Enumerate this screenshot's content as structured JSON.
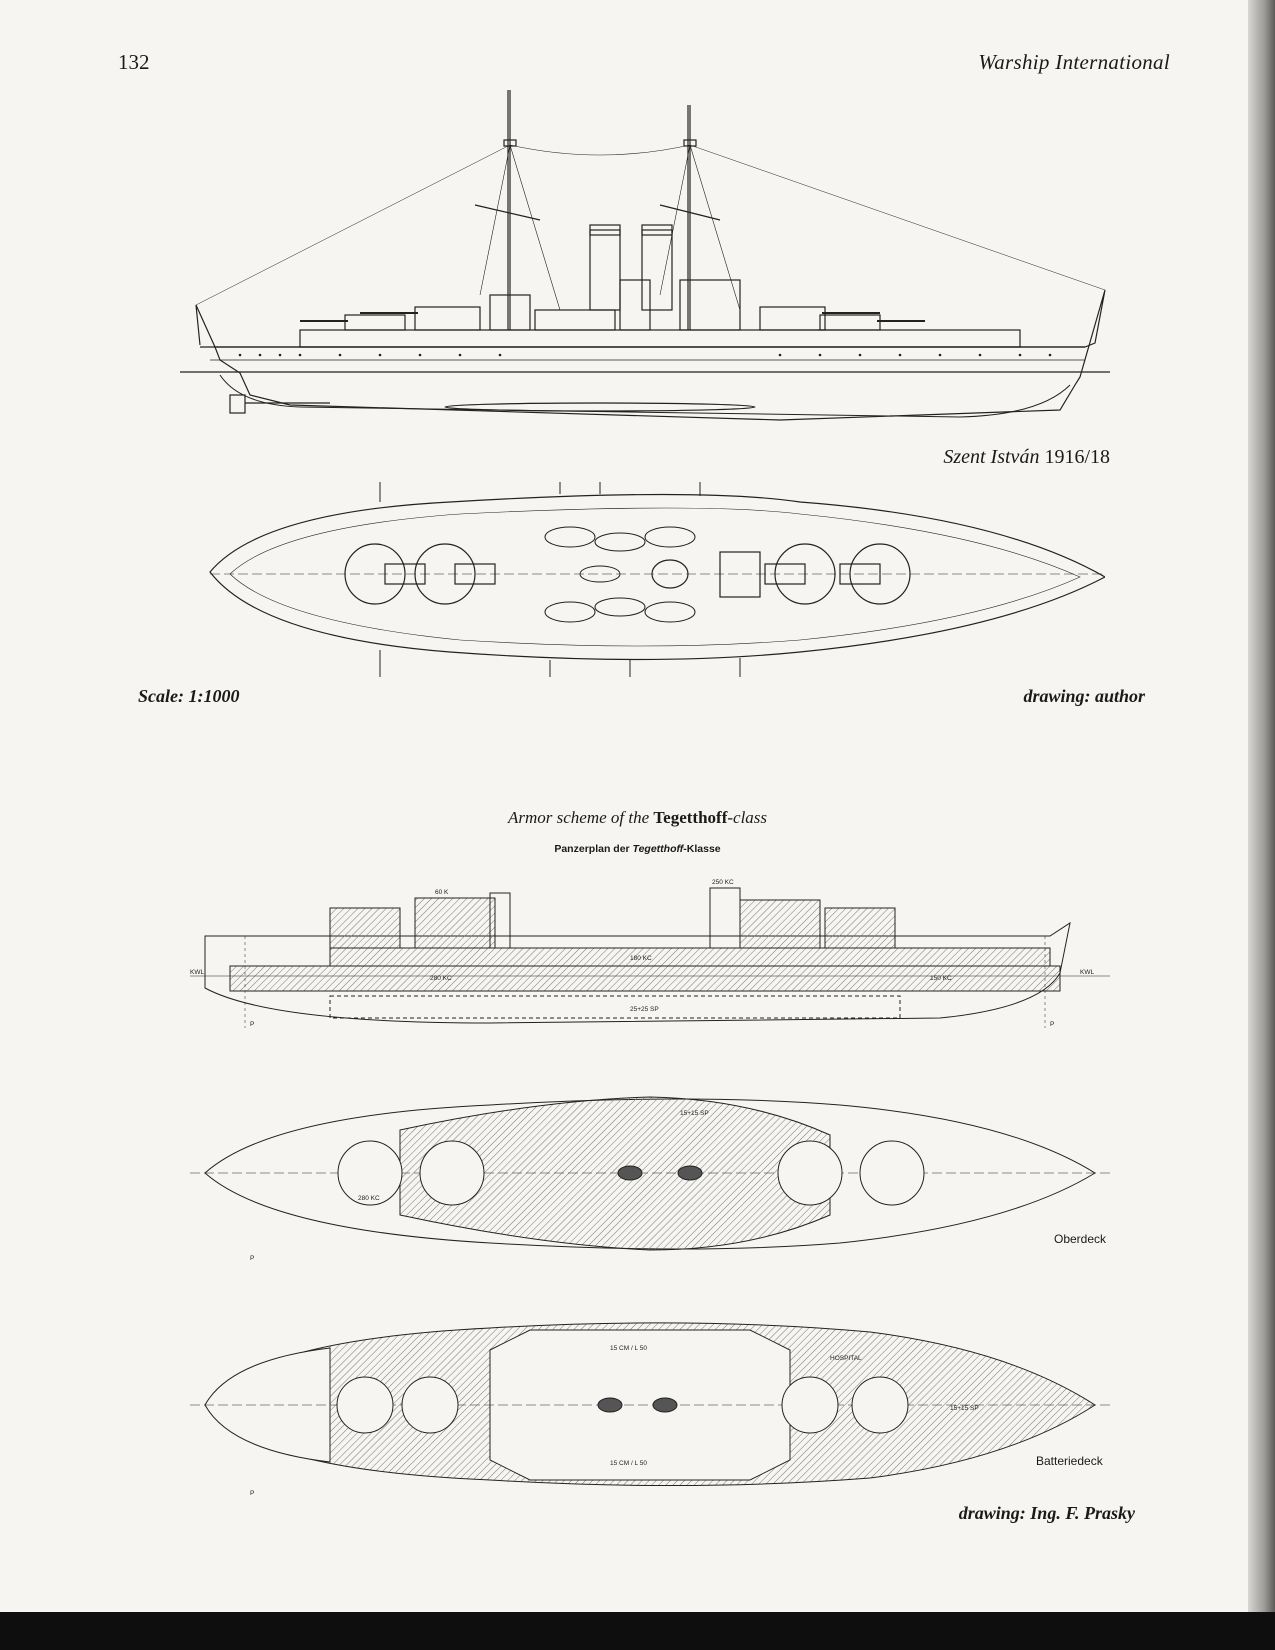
{
  "header": {
    "page_number": "132",
    "journal": "Warship International"
  },
  "profile_caption": {
    "ship_name": "Szent István",
    "year": "1916/18"
  },
  "scale_text": "Scale: 1:1000",
  "credit_author": "drawing: author",
  "armor_title": {
    "prefix": "Armor scheme of the ",
    "class_name": "Tegetthoff",
    "suffix": "-class"
  },
  "armor_subtitle": {
    "prefix": "Panzerplan der ",
    "class_name": "Tegetthoff",
    "suffix": "-Klasse"
  },
  "deck_labels": {
    "oberdeck": "Oberdeck",
    "batteriedeck": "Batteriedeck"
  },
  "credit_prasky": "drawing: Ing. F. Prasky",
  "armor_notes": {
    "kwl": "KWL",
    "p": "P",
    "belt_280": "280 KC",
    "belt_150": "150 KC",
    "bottom": "25+25 SP",
    "deck_plating": "15+15 SP",
    "barbette": "280 KC",
    "casemate": "15 CM / L 50",
    "hospital": "HOSPITAL",
    "turret_top": "60 K",
    "conning": "250 KC",
    "citadel": "180 KC"
  }
}
